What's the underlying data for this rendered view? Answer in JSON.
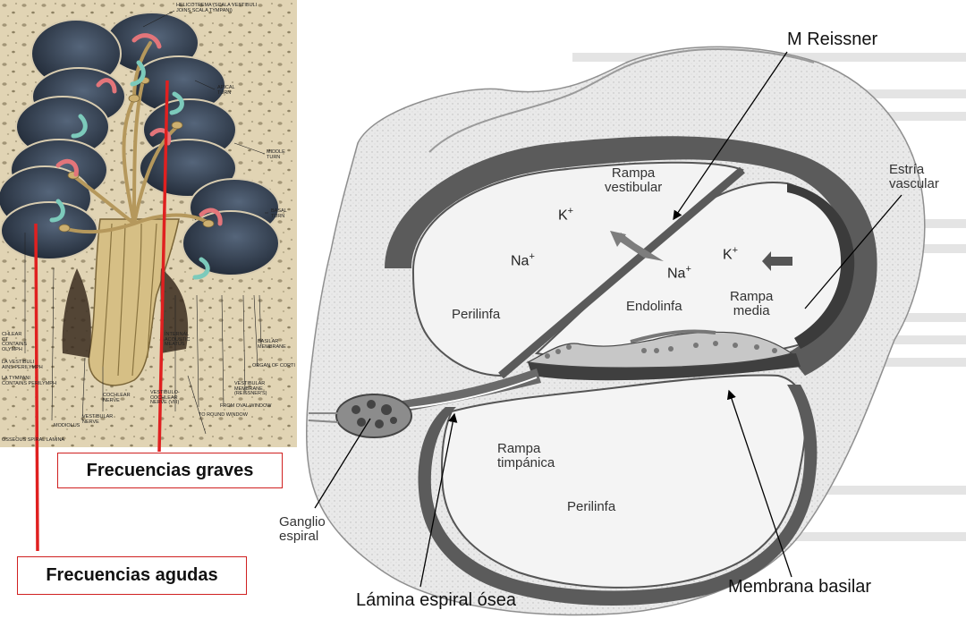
{
  "colors": {
    "callout_border": "#d02020",
    "callout_line": "#e02020",
    "pointer_line": "#000000",
    "bone_beige": "#ded0ad",
    "scala_dark": "#253040",
    "membrane_gray": "#5d5d5d",
    "arrow_pink": "#e3757a",
    "arrow_teal": "#7ccabb"
  },
  "labels": {
    "reissner": "M Reissner",
    "membrana_basilar": "Membrana basilar",
    "lamina_espiral": "Lámina espiral ósea",
    "ganglio_line1": "Ganglio",
    "ganglio_line2": "espiral",
    "estria_line1": "Estría",
    "estria_line2": "vascular"
  },
  "callouts": {
    "graves": "Frecuencias graves",
    "agudas": "Frecuencias  agudas"
  },
  "regions": {
    "rampa_vestibular_1": "Rampa",
    "rampa_vestibular_2": "vestibular",
    "rampa_media_1": "Rampa",
    "rampa_media_2": "media",
    "rampa_timpanica_1": "Rampa",
    "rampa_timpanica_2": "timpánica",
    "endolinfa": "Endolinfa",
    "perilinfa_upper": "Perilinfa",
    "perilinfa_lower": "Perilinfa"
  },
  "ions": {
    "k_base": "K",
    "na_base": "Na",
    "charge": "+"
  },
  "cochlea_tiny_labels": {
    "helicotrema_1": "HELICOTREMA (SCALA VESTIBULI",
    "helicotrema_2": "JOINS SCALA TYMPANI)",
    "apical_1": "APICAL",
    "apical_2": "TURN",
    "middle_1": "MIDDLE",
    "middle_2": "TURN",
    "basal_1": "BASAL",
    "basal_2": "TURN",
    "internal_1": "INTERNAL",
    "internal_2": "ACOUSTIC",
    "internal_3": "MEATUS",
    "basilar_1": "BASILAR",
    "basilar_2": "MEMBRANE",
    "corti": "ORGAN OF CORTI",
    "vmem_1": "VESTIBULAR",
    "vmem_2": "MEMBRANE",
    "vmem_3": "(REISSNER'S)",
    "oval": "FROM OVAL WINDOW",
    "round": "TO ROUND WINDOW",
    "cochlear_nerve_1": "COCHLEAR",
    "cochlear_nerve_2": "NERVE",
    "vest_nerve_1": "VESTIBULAR",
    "vest_nerve_2": "NERVE",
    "vcn_1": "VESTIBULO-",
    "vcn_2": "COCHLEAR",
    "vcn_3": "NERVE (VIII)",
    "modiolus": "MODIOLUS",
    "osseous": "OSSEOUS SPIRAL LAMINA",
    "sv_1": "LA VESTIBULI",
    "sv_2": "AINS PERILYMPH",
    "st_1": "LA TYMPANI",
    "st_2": "CONTAINS PERILYMPH",
    "cd_1": "CHLEAR",
    "cd_2": "CT",
    "cd_3": "CONTAINS",
    "cd_4": "OLYMPH"
  }
}
